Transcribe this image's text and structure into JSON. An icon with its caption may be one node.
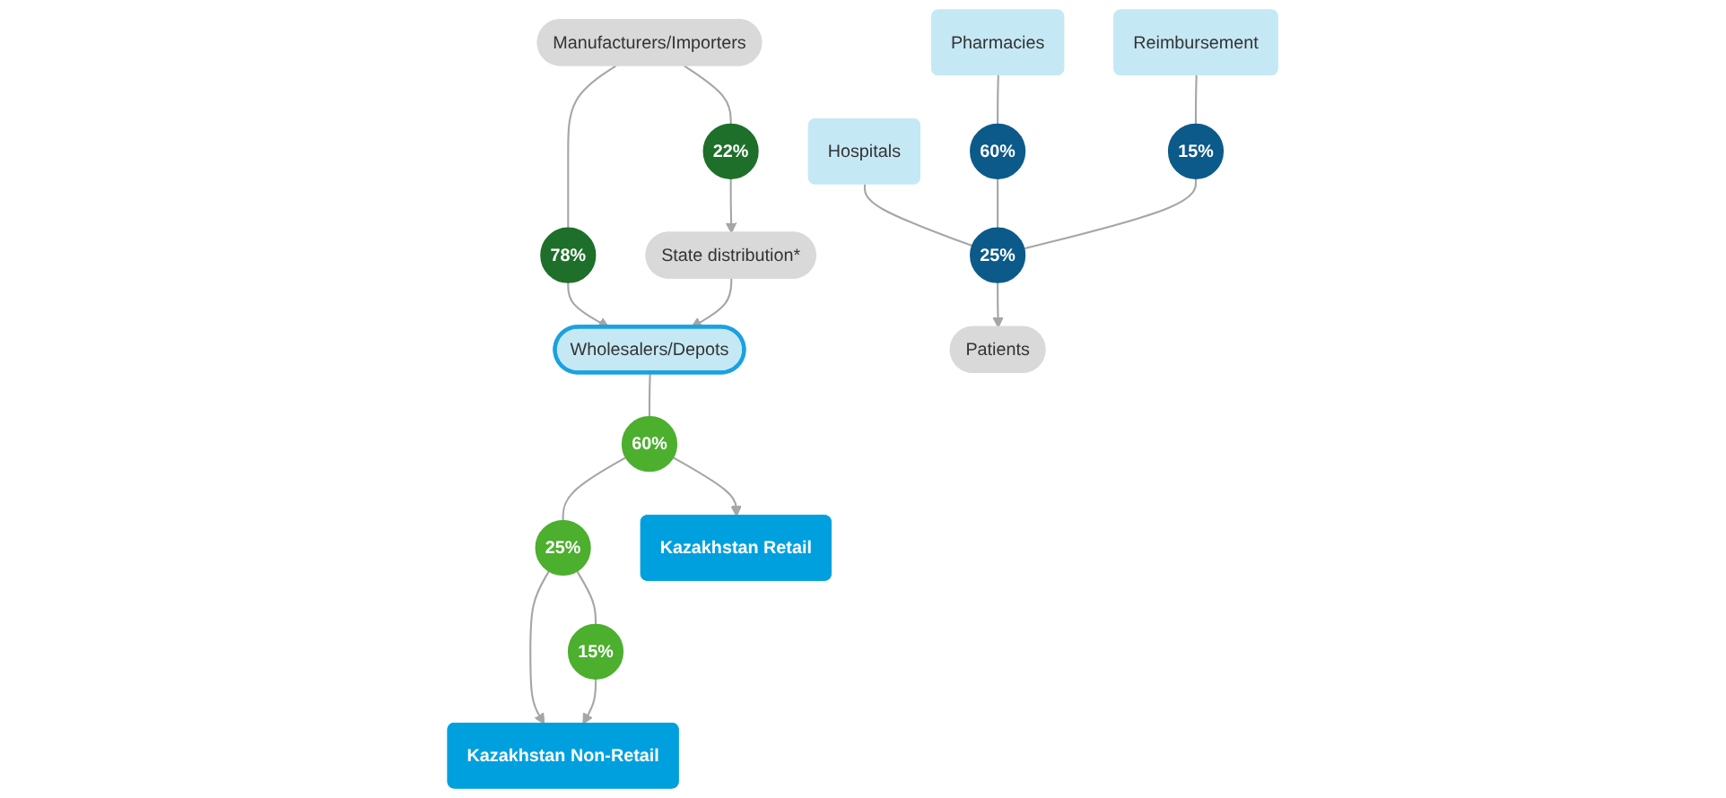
{
  "diagram": {
    "nodes": [
      {
        "text": [
          "Manufacturers/Importers"
        ]
      },
      {
        "text": [
          "78%"
        ]
      },
      {
        "text": [
          "22%"
        ]
      },
      {
        "text": [
          "Wholesalers/Depots"
        ]
      },
      {
        "text": [
          "State distribution*"
        ]
      },
      {
        "text": [
          "60%"
        ]
      },
      {
        "text": [
          "25%"
        ]
      },
      {
        "text": [
          "15%"
        ]
      },
      {
        "text": [
          "Kazakhstan Retail"
        ]
      },
      {
        "text": [
          "Kazakhstan Non-Retail"
        ]
      },
      {
        "text": [
          "Pharmacies"
        ]
      },
      {
        "text": [
          "Hospitals"
        ]
      },
      {
        "text": [
          "Reimbursement"
        ]
      },
      {
        "text": [
          "60%"
        ]
      },
      {
        "text": [
          "25%"
        ]
      },
      {
        "text": [
          "15%"
        ]
      },
      {
        "text": [
          "Patients"
        ]
      }
    ],
    "edges": [
      {
        "from": 0,
        "to": 1,
        "arrow": "none"
      },
      {
        "from": 1,
        "to": 3,
        "arrow": "to"
      },
      {
        "from": 0,
        "to": 2,
        "arrow": "none"
      },
      {
        "from": 2,
        "to": 4,
        "arrow": "to"
      },
      {
        "from": 4,
        "to": 3,
        "arrow": "to"
      },
      {
        "from": 3,
        "to": 5,
        "arrow": "none"
      },
      {
        "from": 5,
        "to": 6,
        "arrow": "none"
      },
      {
        "from": 6,
        "to": 7,
        "arrow": "none"
      },
      {
        "from": 5,
        "to": 8,
        "arrow": "to"
      },
      {
        "from": 6,
        "to": 9,
        "arrow": "to"
      },
      {
        "from": 7,
        "to": 9,
        "arrow": "to"
      },
      {
        "from": 10,
        "to": 13,
        "arrow": "none"
      },
      {
        "from": 11,
        "to": 14,
        "arrow": "none"
      },
      {
        "from": 12,
        "to": 15,
        "arrow": "none"
      },
      {
        "from": 13,
        "to": 14,
        "arrow": "none"
      },
      {
        "from": 15,
        "to": 14,
        "arrow": "none"
      },
      {
        "from": 14,
        "to": 16,
        "arrow": "to"
      }
    ]
  }
}
